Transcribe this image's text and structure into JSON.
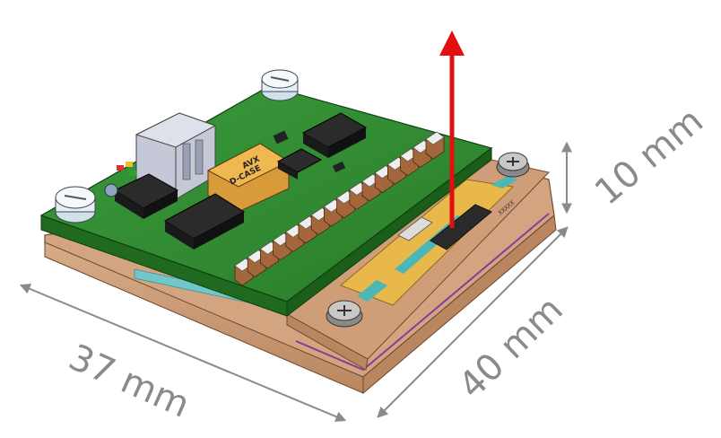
{
  "dimensions": {
    "width_label": "37 mm",
    "depth_label": "40 mm",
    "height_label": "10 mm"
  },
  "component_markings": {
    "capacitor_line1": "AVX",
    "capacitor_line2": "D-CASE",
    "serial": "XXXXX"
  },
  "colors": {
    "pcb": "#2f8a2f",
    "base_plate": "#c99a78",
    "arrow": "#e01010",
    "dimension": "#8a8a8a",
    "gold_pad": "#e8b84a",
    "purple_line": "#8a3a9a"
  },
  "icons": {
    "direction_arrow": "red-up-arrow",
    "screws": "phillips-screw-icon",
    "spacers": "standoff-icon"
  }
}
